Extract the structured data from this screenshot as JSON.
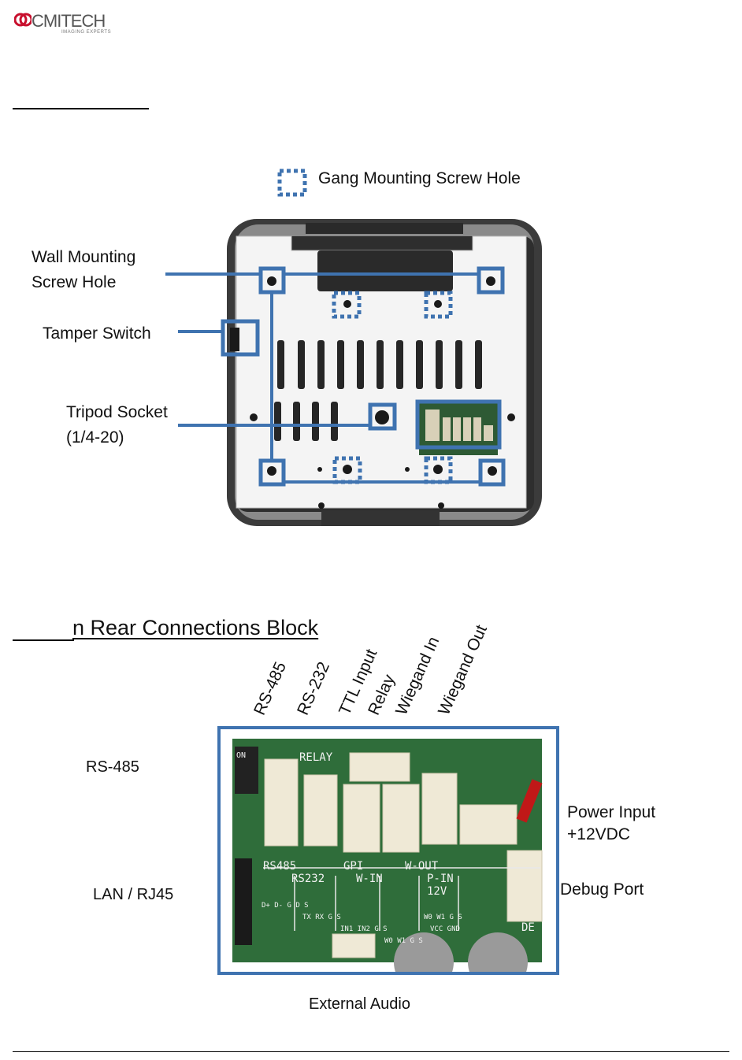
{
  "header": {
    "logo_text": "CMITECH",
    "logo_tagline": "IMAGING EXPERTS"
  },
  "figure1": {
    "legend": "Gang Mounting  Screw Hole",
    "labels": {
      "wall_mount_line1": "Wall Mounting",
      "wall_mount_line2": "Screw Hole",
      "tamper": "Tamper Switch",
      "tripod_line1": "Tripod Socket",
      "tripod_line2": "(1/4-20)"
    }
  },
  "section2": {
    "heading": "n Rear Connections Block"
  },
  "figure2": {
    "top_labels": [
      "RS-485",
      "RS-232",
      "TTL Input",
      "Relay",
      "Wiegand In",
      "Wiegand Out"
    ],
    "left_labels": {
      "rs485": "RS-485",
      "lan": "LAN / RJ45"
    },
    "right_labels": {
      "power_line1": "Power Input",
      "power_line2": "+12VDC",
      "debug": "Debug Port"
    },
    "bottom_label": "External Audio",
    "board_text": {
      "relay": "RELAY",
      "rs485": "RS485",
      "rs232": "RS232",
      "gpi": "GPI",
      "win": "W-IN",
      "wout": "W-OUT",
      "pin": "P-IN",
      "v12": "12V",
      "de": "DE",
      "on": "ON",
      "pins_rs485": "D+ D- G D S",
      "pins_rs232": "TX RX G S",
      "pins_gpi": "IN1 IN2 G S",
      "pins_win": "W0 W1 G S",
      "pins_wout": "W0 W1 G S",
      "pins_pin": "VCC GND"
    }
  },
  "colors": {
    "accent_blue": "#3f73b0",
    "board_green": "#2f6d3a",
    "brand_red": "#c8102e"
  }
}
